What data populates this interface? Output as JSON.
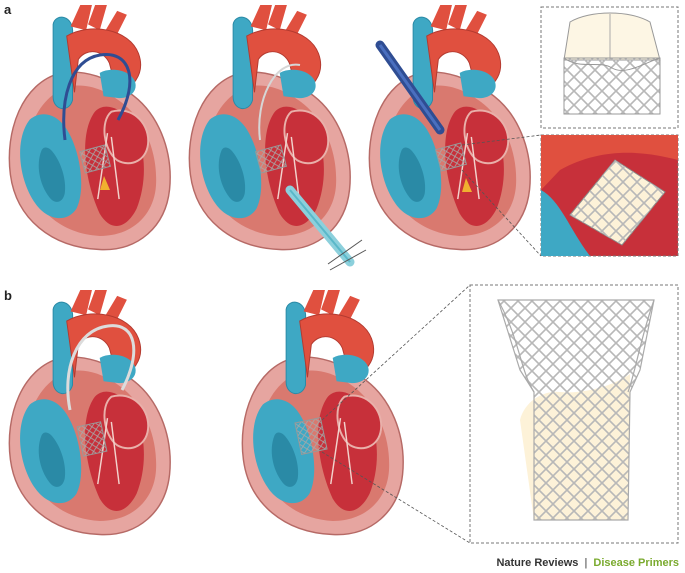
{
  "panels": {
    "a": "a",
    "b": "b"
  },
  "footer": {
    "journal": "Nature Reviews",
    "separator": "|",
    "series": "Disease Primers"
  },
  "colors": {
    "heart_outer": "#e6a5a0",
    "myocardium": "#d9796f",
    "chamber_red": "#c7303a",
    "chamber_red_dark": "#a81f2b",
    "aorta": "#e0503f",
    "vein_blue": "#3ea8c4",
    "vein_blue_dark": "#2a8aa6",
    "catheter_navy": "#2f4d93",
    "sheath_teal": "#8cd0dc",
    "stent_grey": "#b8b8b8",
    "valve_cream": "#fdf2d8",
    "accent_green": "#7aaa2e"
  }
}
